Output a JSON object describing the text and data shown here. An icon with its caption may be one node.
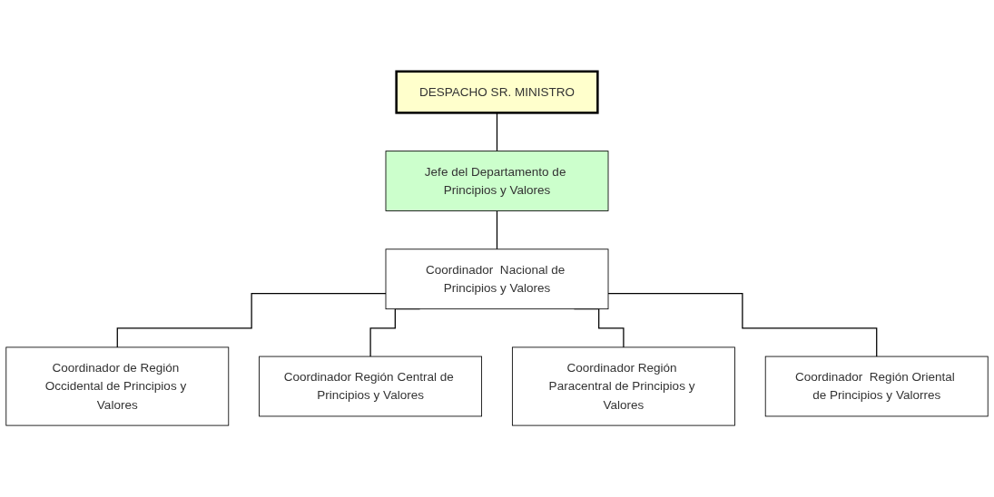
{
  "diagram": {
    "nodes": [
      {
        "text": [
          "DESPACHO SR. MINISTRO"
        ]
      },
      {
        "text": [
          "Jefe del Departamento de Principios y Valores"
        ]
      },
      {
        "text": [
          "Coordinador  Nacional de Principios y Valores"
        ]
      },
      {
        "text": [
          "Coordinador de Región Occidental de Principios y Valores"
        ]
      },
      {
        "text": [
          "Coordinador Región Central de Principios y Valores"
        ]
      },
      {
        "text": [
          "Coordinador Región Paracentral de Principios y Valores"
        ]
      },
      {
        "text": [
          "Coordinador  Región Oriental de Principios y Valorres"
        ]
      }
    ],
    "edges": [
      {
        "from": 0,
        "to": 1,
        "arrow": "none"
      },
      {
        "from": 1,
        "to": 2,
        "arrow": "none"
      },
      {
        "from": 2,
        "to": 3,
        "arrow": "none"
      },
      {
        "from": 2,
        "to": 4,
        "arrow": "none"
      },
      {
        "from": 2,
        "to": 5,
        "arrow": "none"
      },
      {
        "from": 2,
        "to": 6,
        "arrow": "none"
      }
    ]
  }
}
